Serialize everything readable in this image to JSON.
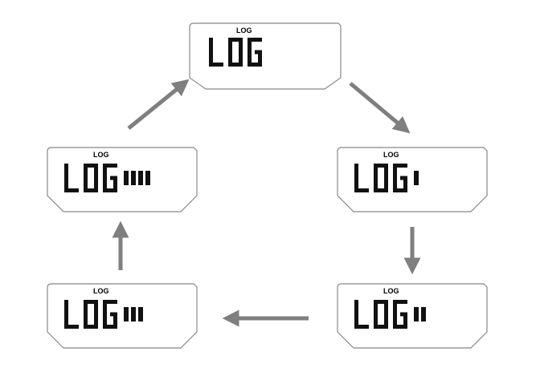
{
  "colors": {
    "panel_border": "#888888",
    "panel_fill": "#ffffff",
    "segment": "#111111",
    "arrow": "#7f7f7f"
  },
  "panels": [
    {
      "id": "top",
      "label": "LOG",
      "display": "LOG",
      "bars": 0
    },
    {
      "id": "right-middle",
      "label": "LOG",
      "display": "LOG",
      "bars": 1
    },
    {
      "id": "right-bottom",
      "label": "LOG",
      "display": "LOG",
      "bars": 2
    },
    {
      "id": "left-bottom",
      "label": "LOG",
      "display": "LOG",
      "bars": 3
    },
    {
      "id": "left-middle",
      "label": "LOG",
      "display": "LOG",
      "bars": 4
    }
  ],
  "cycle": {
    "order": [
      "top",
      "right-middle",
      "right-bottom",
      "left-bottom",
      "left-middle",
      "top"
    ],
    "arrow_icon": "arrow-icon"
  }
}
